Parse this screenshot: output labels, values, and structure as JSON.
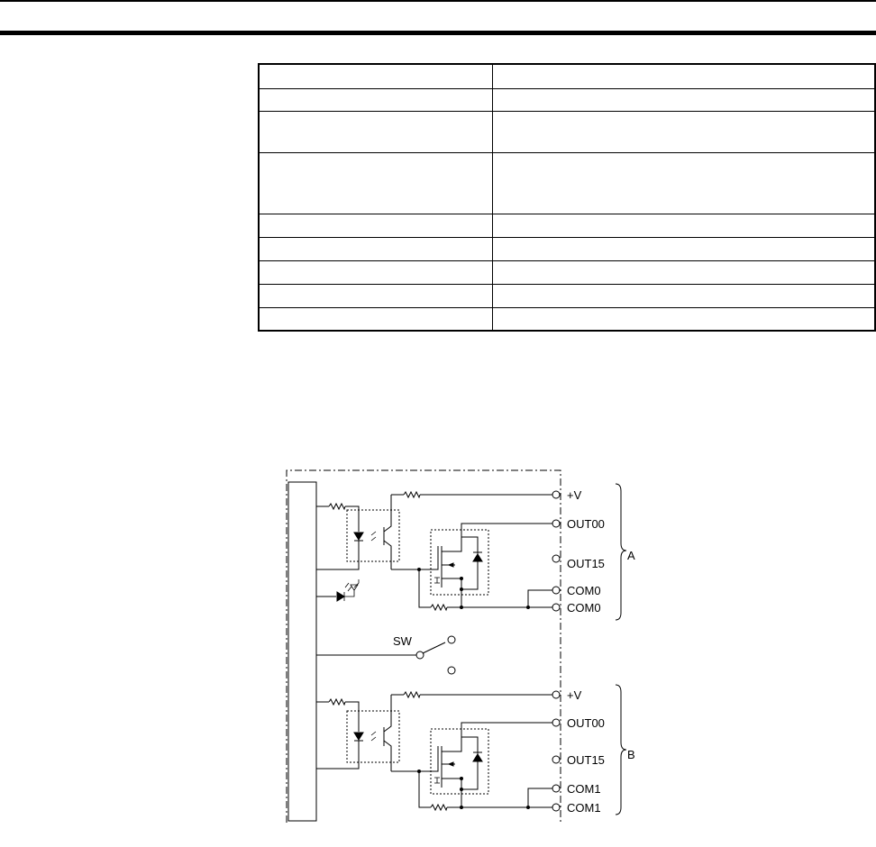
{
  "diagram": {
    "terminals": {
      "group_a": [
        "+V",
        "OUT00",
        "OUT15",
        "COM0",
        "COM0"
      ],
      "group_b": [
        "+V",
        "OUT00",
        "OUT15",
        "COM1",
        "COM1"
      ]
    },
    "labels": {
      "group_a": "A",
      "group_b": "B",
      "switch": "SW"
    }
  }
}
